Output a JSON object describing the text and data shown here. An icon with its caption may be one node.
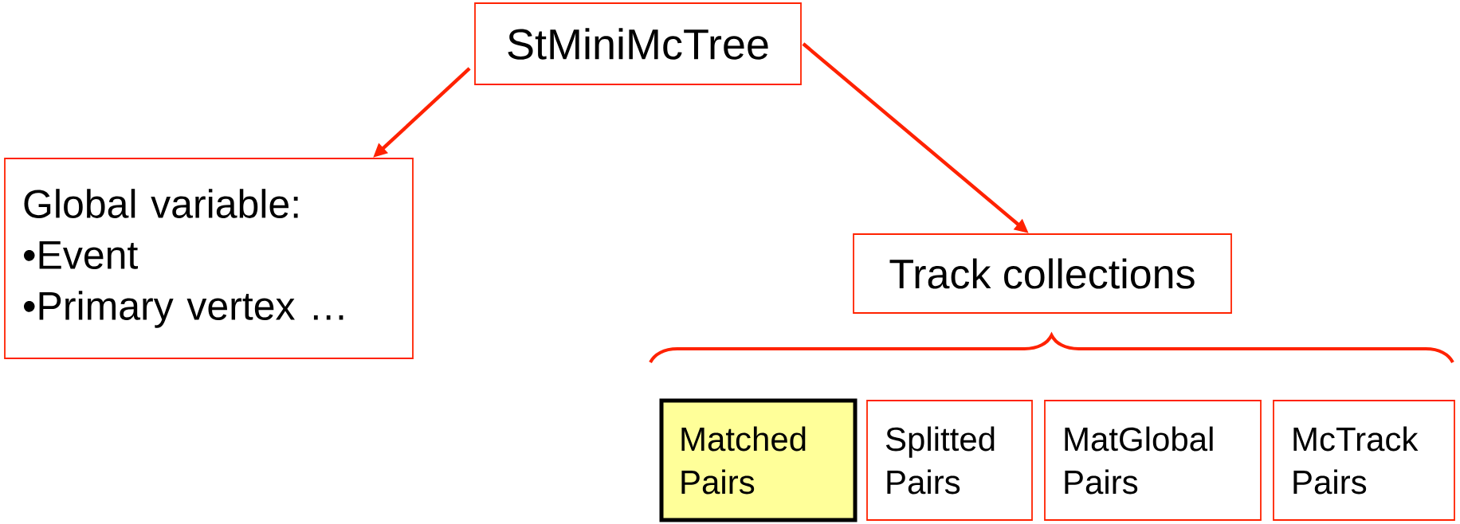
{
  "diagram": {
    "nodes": [
      {
        "text": [
          "StMiniMcTree"
        ]
      },
      {
        "text": [
          "Global variable:",
          "•Event",
          "•Primary vertex …"
        ]
      },
      {
        "text": [
          "Track collections"
        ]
      },
      {
        "text": [
          "Matched Pairs"
        ]
      },
      {
        "text": [
          "Splitted Pairs"
        ]
      },
      {
        "text": [
          "MatGlobal Pairs"
        ]
      },
      {
        "text": [
          "McTrack Pairs"
        ]
      }
    ],
    "edges": [
      {
        "from": 0,
        "to": 1,
        "arrow": "to"
      },
      {
        "from": 0,
        "to": 2,
        "arrow": "to"
      }
    ]
  }
}
